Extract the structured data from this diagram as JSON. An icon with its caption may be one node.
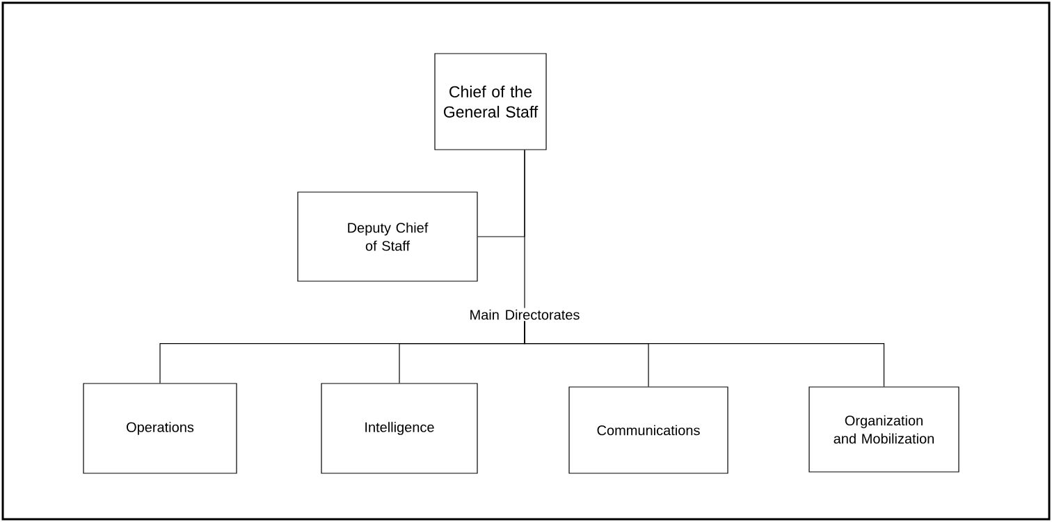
{
  "diagram": {
    "nodes": [
      {
        "text": [
          "Chief of the General Staff"
        ]
      },
      {
        "text": [
          "Deputy Chief of Staff"
        ]
      },
      {
        "text": [
          "Main Directorates"
        ]
      },
      {
        "text": [
          "Operations"
        ]
      },
      {
        "text": [
          "Intelligence"
        ]
      },
      {
        "text": [
          "Communications"
        ]
      },
      {
        "text": [
          "Organization and Mobilization"
        ]
      }
    ],
    "edges": [
      {
        "from": 0,
        "to": 2,
        "arrow": "none"
      },
      {
        "from": 1,
        "to": 0,
        "arrow": "none"
      },
      {
        "from": 2,
        "to": 3,
        "arrow": "none"
      },
      {
        "from": 2,
        "to": 4,
        "arrow": "none"
      },
      {
        "from": 2,
        "to": 5,
        "arrow": "none"
      },
      {
        "from": 2,
        "to": 6,
        "arrow": "none"
      }
    ]
  }
}
